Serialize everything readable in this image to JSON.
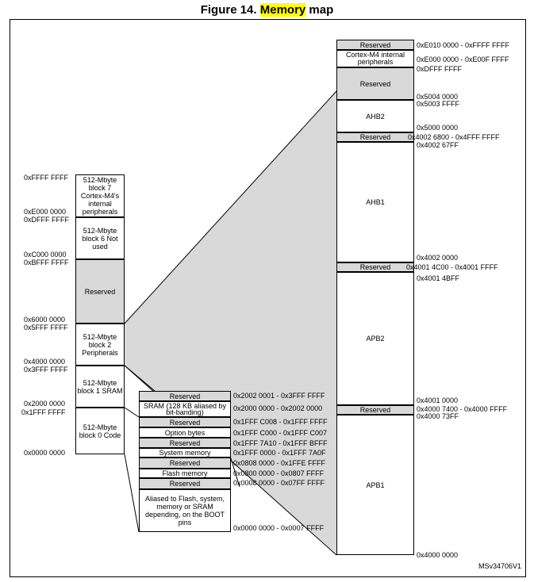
{
  "figure": {
    "title_prefix": "Figure 14. ",
    "title_highlight": "Memory",
    "title_suffix": " map",
    "id": "MSv34706V1"
  },
  "left_blocks": [
    {
      "label": "512-Mbyte block 7 Cortex-M4's internal peripherals"
    },
    {
      "label": "512-Mbyte block 6 Not used"
    },
    {
      "label": "Reserved"
    },
    {
      "label": "512-Mbyte block 2 Peripherals"
    },
    {
      "label": "512-Mbyte block 1 SRAM"
    },
    {
      "label": "512-Mbyte block 0 Code"
    }
  ],
  "left_addresses": [
    "0xFFFF FFFF",
    "0xE000 0000",
    "0xDFFF FFFF",
    "0xC000 0000",
    "0xBFFF FFFF",
    "0x6000 0000",
    "0x5FFF FFFF",
    "0x4000 0000",
    "0x3FFF FFFF",
    "0x2000 0000",
    "0x1FFF FFFF",
    "0x0000 0000"
  ],
  "code_blocks": [
    {
      "label": "Reserved",
      "addr": "0x2002 0001 - 0x3FFF FFFF"
    },
    {
      "label": "SRAM (128 KB aliased by bit-banding)",
      "addr": "0x2000 0000 - 0x2002 0000"
    },
    {
      "label": "Reserved",
      "addr": "0x1FFF C008 - 0x1FFF FFFF"
    },
    {
      "label": "Option bytes",
      "addr": "0x1FFF C000 - 0x1FFF C007"
    },
    {
      "label": "Reserved",
      "addr": "0x1FFF 7A10 - 0x1FFF BFFF"
    },
    {
      "label": "System memory",
      "addr": "0x1FFF 0000 - 0x1FFF 7A0F"
    },
    {
      "label": "Reserved",
      "addr": "0x0808 0000 - 0x1FFE FFFF"
    },
    {
      "label": "Flash memory",
      "addr": "0x0800 0000 - 0x0807 FFFF"
    },
    {
      "label": "Reserved",
      "addr": "0x0008 0000 - 0x07FF FFFF"
    },
    {
      "label": "Aliased to Flash, system, memory or SRAM depending, on the BOOT pins",
      "addr": "0x0000 0000 - 0x0007 FFFF"
    }
  ],
  "periph_blocks": [
    {
      "label": "Reserved"
    },
    {
      "label": "Cortex-M4 internal peripherals"
    },
    {
      "label": "Reserved"
    },
    {
      "label": "AHB2"
    },
    {
      "label": "Reserved"
    },
    {
      "label": "AHB1"
    },
    {
      "label": "Reserved"
    },
    {
      "label": "APB2"
    },
    {
      "label": "Reserved"
    },
    {
      "label": "APB1"
    }
  ],
  "periph_addresses": [
    "0xE010 0000 - 0xFFFF FFFF",
    "0xE000 0000 - 0xE00F FFFF",
    "0xDFFF FFFF",
    "0x5004 0000",
    "0x5003 FFFF",
    "0x5000 0000",
    "0x4002 6800 - 0x4FFF FFFF",
    "0x4002 67FF",
    "0x4002 0000",
    "0x4001 4C00 - 0x4001 FFFF",
    "0x4001 4BFF",
    "0x4001 0000",
    "0x4000 7400 - 0x4000 FFFF",
    "0x4000 73FF",
    "0x4000 0000"
  ]
}
